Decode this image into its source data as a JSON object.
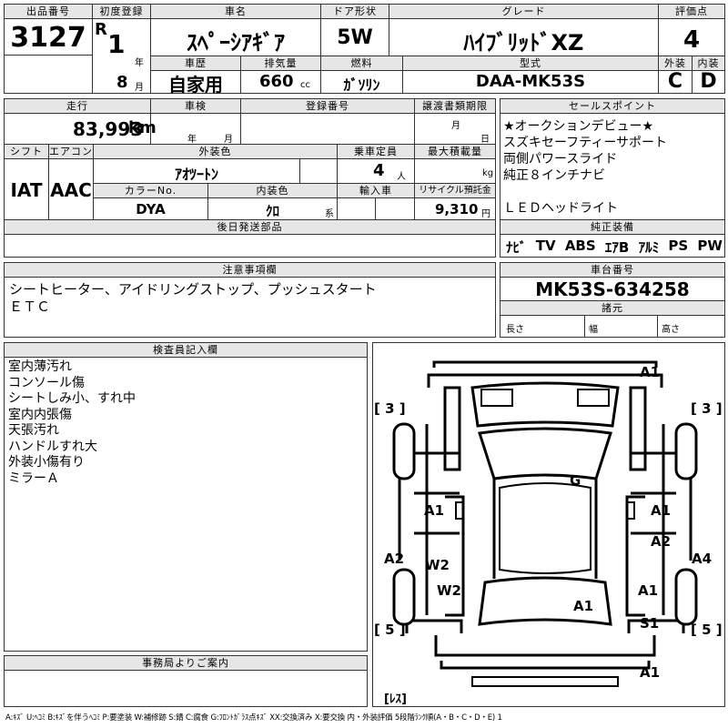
{
  "header": {
    "lot_no_label": "出品番号",
    "lot_no": "3127",
    "first_reg_label": "初度登録",
    "era": "R",
    "year": "1",
    "year_unit": "年",
    "month": "8",
    "month_unit": "月",
    "car_name_label": "車名",
    "car_name": "ｽﾍﾟｰｼｱｷﾞｱ",
    "door_label": "ドア形状",
    "door": "5W",
    "grade_label": "グレード",
    "grade": "ﾊｲﾌﾞﾘｯﾄﾞXZ",
    "score_label": "評価点",
    "score": "4",
    "history_label": "車歴",
    "history": "自家用",
    "displacement_label": "排気量",
    "displacement": "660",
    "displacement_unit": "cc",
    "fuel_label": "燃料",
    "fuel": "ｶﾞｿﾘﾝ",
    "model_label": "型式",
    "model": "DAA-MK53S",
    "ext_label": "外装",
    "ext_grade": "C",
    "int_label": "内装",
    "int_grade": "D"
  },
  "row2": {
    "mileage_label": "走行",
    "mileage": "83,993",
    "mileage_unit": "km",
    "inspection_label": "車検",
    "year_unit": "年",
    "month_unit": "月",
    "reg_no_label": "登録番号",
    "transfer_label": "譲渡書類期限",
    "transfer_month": "月",
    "transfer_day": "日",
    "shift_label": "シフト",
    "shift": "IAT",
    "ac_label": "エアコン",
    "ac": "AAC",
    "ext_color_label": "外装色",
    "ext_color": "ｱｵﾂｰﾄﾝ",
    "capacity_label": "乗車定員",
    "capacity": "4",
    "capacity_unit": "人",
    "max_load_label": "最大積載量",
    "max_load_unit": "kg",
    "color_no_label": "カラーNo.",
    "color_no": "DYA",
    "int_color_label": "内装色",
    "int_color": "ｸﾛ",
    "int_color_unit": "系",
    "import_label": "輸入車",
    "recycle_label": "リサイクル預託金",
    "recycle": "9,310",
    "recycle_unit": "円",
    "later_parts_label": "後日発送部品"
  },
  "sales_points": {
    "title": "セールスポイント",
    "lines": [
      "★オークションデビュー★",
      "スズキセーフティーサポート",
      "両側パワースライド",
      "純正８インチナビ",
      "",
      "ＬＥＤヘッドライト"
    ]
  },
  "equipment": {
    "title": "純正装備",
    "items": [
      "ﾅﾋﾞ",
      "TV",
      "ABS",
      "ｴｱB",
      "ｱﾙﾐ",
      "PS",
      "PW"
    ]
  },
  "notices": {
    "title": "注意事項欄",
    "lines": [
      "シートヒーター、アイドリングストップ、プッシュスタート",
      "ＥＴＣ"
    ]
  },
  "chassis": {
    "title": "車台番号",
    "number": "MK53S-634258",
    "spec_title": "諸元",
    "length_label": "長さ",
    "width_label": "幅",
    "height_label": "高さ"
  },
  "inspector": {
    "title": "検査員記入欄",
    "notes": [
      "室内薄汚れ",
      "コンソール傷",
      "シートしみ小、すれ中",
      "室内内張傷",
      "天張汚れ",
      "ハンドルすれ大",
      "外装小傷有り",
      "ミラーＡ"
    ]
  },
  "office": {
    "title": "事務局よりご案内"
  },
  "diagram": {
    "marks": [
      {
        "id": "front-bumper",
        "text": "A1"
      },
      {
        "id": "front-left-tire",
        "text": "[ 3 ]"
      },
      {
        "id": "front-right-tire",
        "text": "[ 3 ]"
      },
      {
        "id": "windshield",
        "text": "G"
      },
      {
        "id": "left-front-fender",
        "text": "A1"
      },
      {
        "id": "right-front-fender",
        "text": "A1"
      },
      {
        "id": "right-front-door",
        "text": "A2"
      },
      {
        "id": "left-sill",
        "text": "A2"
      },
      {
        "id": "left-door-1",
        "text": "W2"
      },
      {
        "id": "left-door-2",
        "text": "W2"
      },
      {
        "id": "right-sill",
        "text": "A4"
      },
      {
        "id": "right-rear-door",
        "text": "A1"
      },
      {
        "id": "roof-rear",
        "text": "A1"
      },
      {
        "id": "right-rear-quarter",
        "text": "S1"
      },
      {
        "id": "rear-left-tire",
        "text": "[ 5 ]"
      },
      {
        "id": "rear-right-tire",
        "text": "[ 5 ]"
      },
      {
        "id": "rear-bumper",
        "text": "A1"
      },
      {
        "id": "spare",
        "text": "[ﾚｽ]"
      }
    ]
  },
  "legend": "A:ｷｽﾞ U:ﾍｺﾐ B:ｷｽﾞを伴うﾍｺﾐ P:要塗装 W:補修跡 S:錆 C:腐食 G:ﾌﾛﾝﾄｶﾞﾗｽ点ｷｽﾞ XX:交換済み X:要交換 内・外装評価 5段階ﾗﾝｸ順(A・B・C・D・E) 1"
}
